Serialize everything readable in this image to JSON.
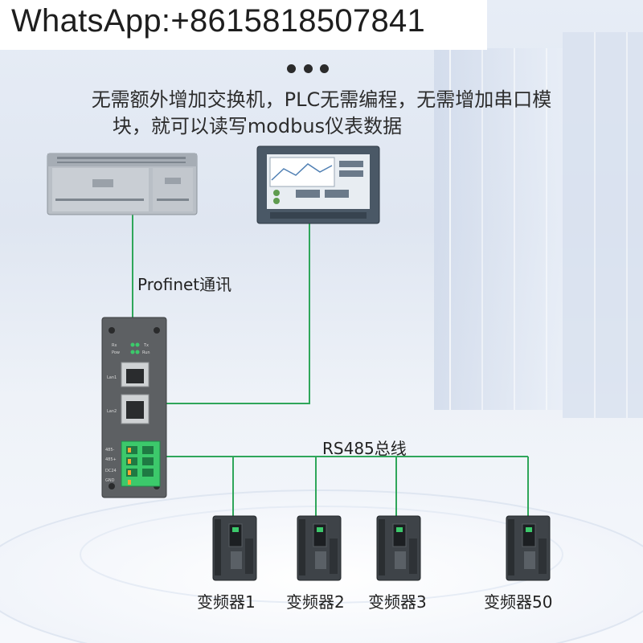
{
  "contact": {
    "text": "WhatsApp:+8615818507841"
  },
  "description": {
    "line1": "无需额外增加交换机，PLC无需编程，无需增加串口模",
    "line2": "块，就可以读写modbus仪表数据"
  },
  "labels": {
    "profinet": "Profinet通讯",
    "rs485": "RS485总线"
  },
  "gateway": {
    "led_labels": [
      "Rx",
      "Tx",
      "Pow",
      "Run"
    ],
    "port_labels": [
      "Lan1",
      "Lan2"
    ],
    "terminal_labels": [
      "485-",
      "485+",
      "DC24",
      "GND"
    ]
  },
  "drives": [
    {
      "label": "变频器1"
    },
    {
      "label": "变频器2"
    },
    {
      "label": "变频器3"
    },
    {
      "label": "变频器50"
    }
  ],
  "colors": {
    "link_line": "#2fa65a",
    "terminal_green": "#3cc96b"
  }
}
